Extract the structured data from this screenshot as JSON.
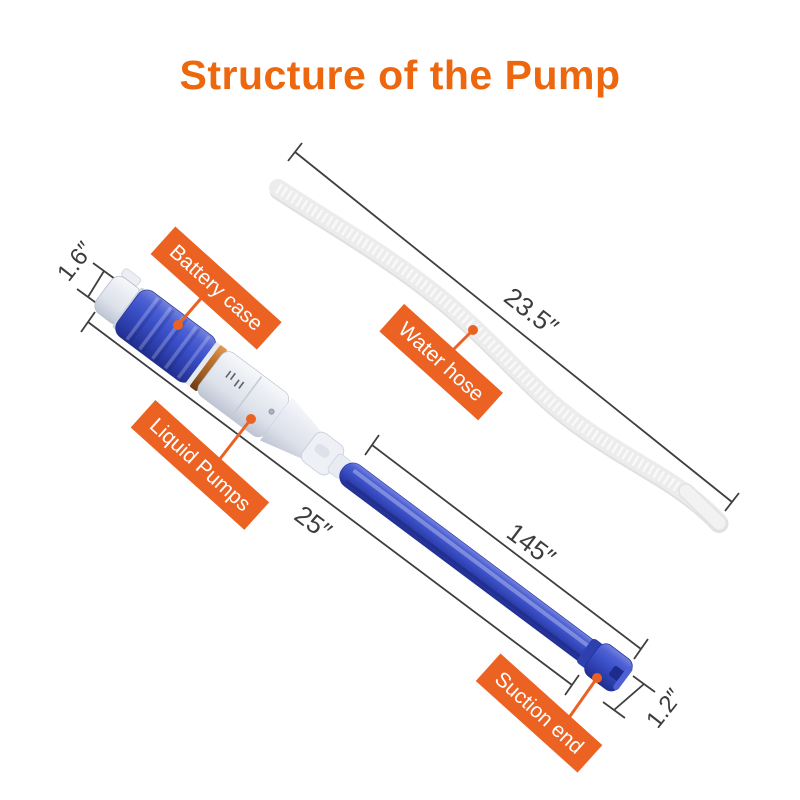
{
  "title": {
    "text": "Structure of the Pump"
  },
  "callouts": [
    {
      "id": "battery-case",
      "label": "Battery case"
    },
    {
      "id": "water-hose",
      "label": "Water hose"
    },
    {
      "id": "liquid-pumps",
      "label": "Liquid Pumps"
    },
    {
      "id": "suction-end",
      "label": "Suction end"
    }
  ],
  "dimensions": {
    "battery_cap_diameter": "1.6″",
    "water_hose_length": "23.5″",
    "pump_total_length": "25″",
    "suction_tube_length": "145″",
    "suction_end_diameter": "1.2″"
  },
  "colors": {
    "title_orange": "#ed670e",
    "accent_orange": "#eb6223",
    "pump_blue": "#3b50c8",
    "seal_copper": "#a35a20",
    "hose_gray": "#ececec",
    "dimension_line": "#3f3f3f"
  }
}
